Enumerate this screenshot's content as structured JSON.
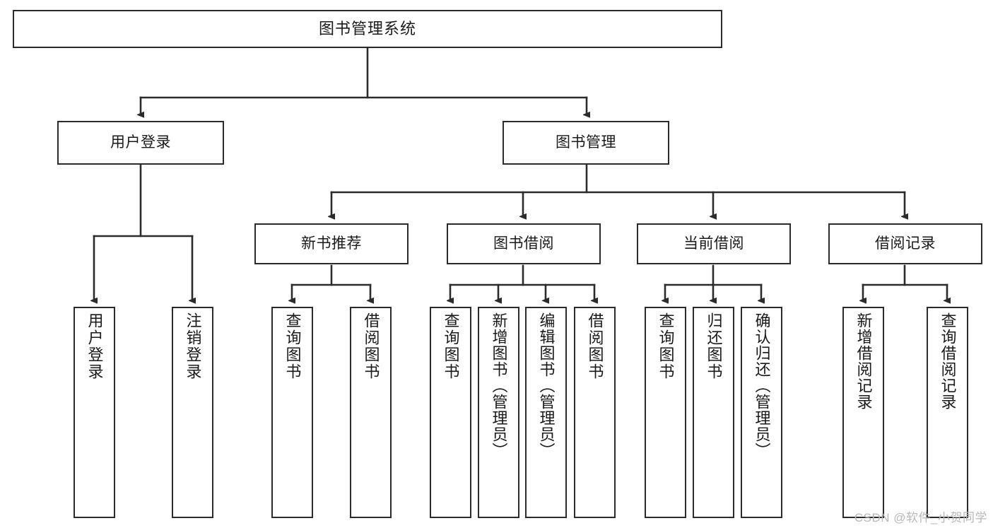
{
  "diagram": {
    "title": "图书管理系统",
    "type": "hierarchy-tree",
    "watermark": "CSDN @软件_小贺同学",
    "colors": {
      "border": "#2b2b2b",
      "background": "#ffffff",
      "text": "#1a1a1a",
      "watermark": "#b8b8b8"
    },
    "levels": [
      {
        "level": 1,
        "nodes": [
          {
            "id": "root",
            "label": "图书管理系统"
          }
        ]
      },
      {
        "level": 2,
        "nodes": [
          {
            "id": "login",
            "label": "用户登录"
          },
          {
            "id": "bookmgmt",
            "label": "图书管理"
          }
        ]
      },
      {
        "level": 3,
        "nodes": [
          {
            "id": "newbook",
            "label": "新书推荐"
          },
          {
            "id": "borrow",
            "label": "图书借阅"
          },
          {
            "id": "current",
            "label": "当前借阅"
          },
          {
            "id": "record",
            "label": "借阅记录"
          }
        ]
      },
      {
        "level": 4,
        "nodes": [
          {
            "id": "leaf1",
            "label": "用户登录",
            "parent": "login"
          },
          {
            "id": "leaf2",
            "label": "注销登录",
            "parent": "login"
          },
          {
            "id": "leaf3",
            "label": "查询图书",
            "parent": "newbook"
          },
          {
            "id": "leaf4",
            "label": "借阅图书",
            "parent": "newbook"
          },
          {
            "id": "leaf5",
            "label": "查询图书",
            "parent": "borrow"
          },
          {
            "id": "leaf6",
            "label": "新增图书（管理员）",
            "parent": "borrow"
          },
          {
            "id": "leaf7",
            "label": "编辑图书（管理员）",
            "parent": "borrow"
          },
          {
            "id": "leaf8",
            "label": "借阅图书",
            "parent": "borrow"
          },
          {
            "id": "leaf9",
            "label": "查询图书",
            "parent": "current"
          },
          {
            "id": "leaf10",
            "label": "归还图书",
            "parent": "current"
          },
          {
            "id": "leaf11",
            "label": "确认归还（管理员）",
            "parent": "current"
          },
          {
            "id": "leaf12",
            "label": "新增借阅记录",
            "parent": "record"
          },
          {
            "id": "leaf13",
            "label": "查询借阅记录",
            "parent": "record"
          }
        ]
      }
    ]
  }
}
